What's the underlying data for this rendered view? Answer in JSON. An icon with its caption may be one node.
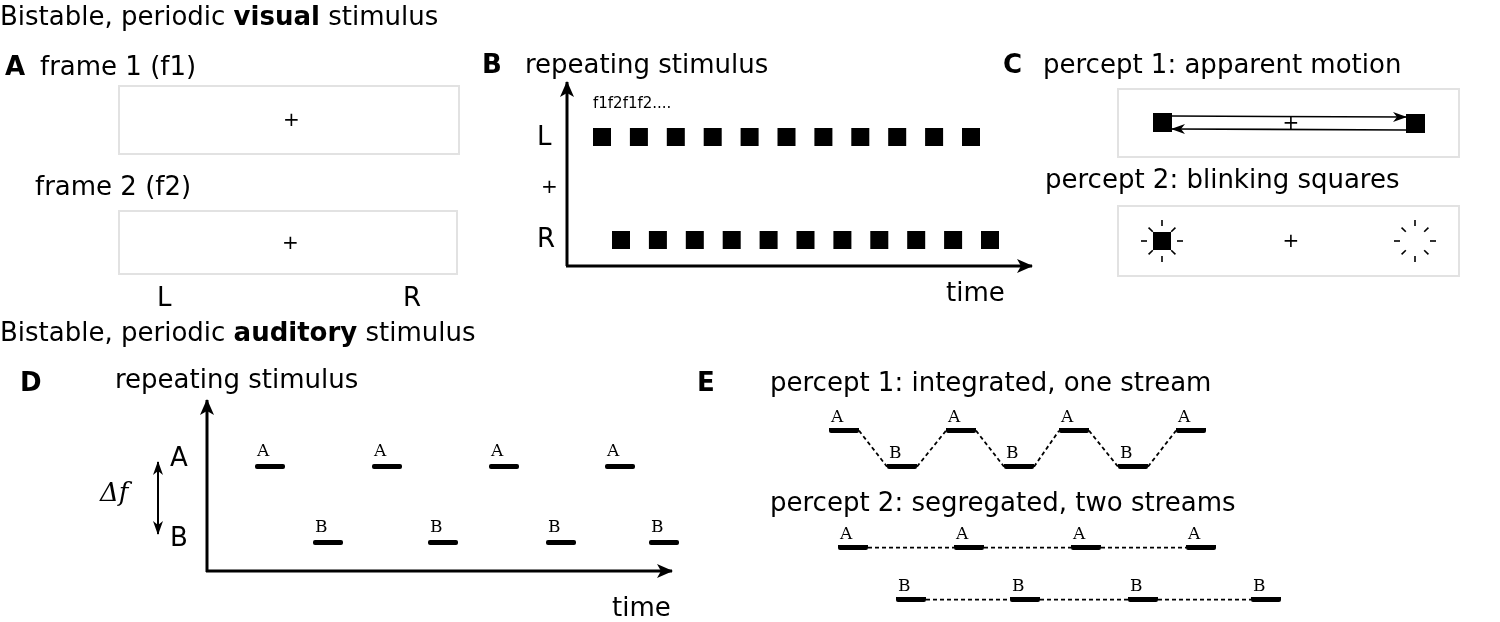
{
  "diagram": {
    "nodes": [
      {
        "text": [
          "frame 1 (f1)",
          "+"
        ]
      },
      {
        "text": [
          "frame 2 (f2)",
          "+"
        ]
      },
      {
        "text": [
          "percept 1: apparent motion",
          "+"
        ]
      },
      {
        "text": [],
        "shape": "box",
        "in": 2
      },
      {
        "text": [],
        "shape": "box",
        "in": 2
      },
      {
        "text": [
          "percept 2: blinking squares",
          "+"
        ]
      },
      {
        "text": [
          "A"
        ]
      },
      {
        "text": [
          "B"
        ]
      },
      {
        "text": [
          "A"
        ]
      },
      {
        "text": [
          "B"
        ]
      },
      {
        "text": [
          "A"
        ]
      },
      {
        "text": [
          "B"
        ]
      },
      {
        "text": [
          "A"
        ]
      },
      {
        "text": [
          "A"
        ]
      },
      {
        "text": [
          "A"
        ]
      },
      {
        "text": [
          "A"
        ]
      },
      {
        "text": [
          "A"
        ]
      },
      {
        "text": [
          "B"
        ]
      },
      {
        "text": [
          "B"
        ]
      },
      {
        "text": [
          "B"
        ]
      },
      {
        "text": [
          "B"
        ]
      }
    ],
    "edges": [
      {
        "from": 3,
        "to": 4,
        "arrow": "to"
      },
      {
        "from": 4,
        "to": 3,
        "arrow": "to"
      },
      {
        "from": 6,
        "to": 7,
        "arrow": "none",
        "style": "dashed"
      },
      {
        "from": 7,
        "to": 8,
        "arrow": "none",
        "style": "dashed"
      },
      {
        "from": 8,
        "to": 9,
        "arrow": "none",
        "style": "dashed"
      },
      {
        "from": 9,
        "to": 10,
        "arrow": "none",
        "style": "dashed"
      },
      {
        "from": 10,
        "to": 11,
        "arrow": "none",
        "style": "dashed"
      },
      {
        "from": 11,
        "to": 12,
        "arrow": "none",
        "style": "dashed"
      },
      {
        "from": 13,
        "to": 14,
        "arrow": "none",
        "style": "dashed"
      },
      {
        "from": 14,
        "to": 15,
        "arrow": "none",
        "style": "dashed"
      },
      {
        "from": 15,
        "to": 16,
        "arrow": "none",
        "style": "dashed"
      },
      {
        "from": 17,
        "to": 18,
        "arrow": "none",
        "style": "dashed"
      },
      {
        "from": 18,
        "to": 19,
        "arrow": "none",
        "style": "dashed"
      },
      {
        "from": 19,
        "to": 20,
        "arrow": "none",
        "style": "dashed"
      }
    ],
    "labels": [
      "Bistable, periodic **visual** stimulus",
      "A",
      "L",
      "R",
      "B",
      "repeating stimulus",
      "f1f2f1f2....",
      "L",
      "+",
      "R",
      "time",
      "C",
      "Bistable, periodic **auditory** stimulus",
      "D",
      "repeating stimulus",
      "A",
      "Δf",
      "B",
      "A",
      "A",
      "A",
      "A",
      "B",
      "B",
      "B",
      "B",
      "time",
      "E",
      "percept 1: integrated, one stream",
      "percept 2: segregated, two streams"
    ]
  }
}
